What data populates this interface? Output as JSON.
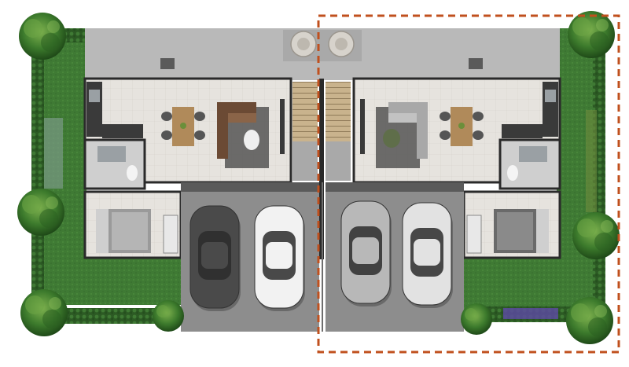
{
  "plan": {
    "colors": {
      "background": "#ffffff",
      "lawn": "#3f7a34",
      "hedge": "#2c5a24",
      "tree": "#3c7a2c",
      "pavement": "#b9b9b9",
      "garage_floor": "#8d8d8d",
      "floor": "#e4e1dc",
      "wall": "#2a2a2a",
      "boundary_dash": "#c0501e",
      "flowers": "#5b4a9e"
    },
    "units": [
      {
        "id": "left-unit",
        "mirrored": false
      },
      {
        "id": "right-unit",
        "mirrored": true
      }
    ],
    "cars": [
      {
        "id": "car-1",
        "color": "#4a4a4a"
      },
      {
        "id": "car-2",
        "color": "#f2f2f2"
      },
      {
        "id": "car-3",
        "color": "#b8b8b8"
      },
      {
        "id": "car-4",
        "color": "#e2e2e2"
      }
    ],
    "highlighted_unit": "right-unit",
    "icons": [
      "tree-icon",
      "car-icon",
      "bed-icon",
      "sofa-icon",
      "dining-table-icon",
      "toilet-icon",
      "staircase-icon",
      "planter-icon"
    ]
  }
}
